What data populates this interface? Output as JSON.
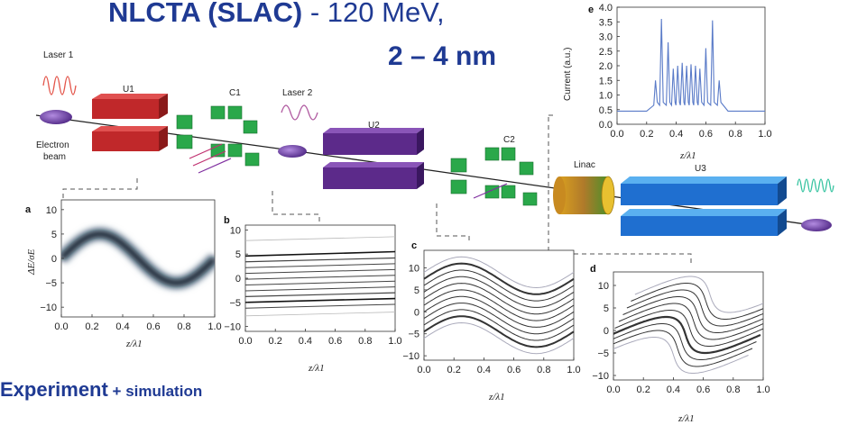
{
  "header": {
    "title_bold": "NLCTA (SLAC)",
    "title_rest": " - 120 MeV,",
    "wavelength": "2 – 4 nm",
    "footer_bold": "Experiment",
    "footer_rest": " + simulation"
  },
  "beamline": {
    "laser1": "Laser 1",
    "laser2": "Laser 2",
    "u1": "U1",
    "c1": "C1",
    "u2": "U2",
    "c2": "C2",
    "linac": "Linac",
    "u3": "U3",
    "electron_beam": "Electron",
    "electron_beam2": "beam"
  },
  "colors": {
    "title": "#1f3a93",
    "undulator_u1": "#c0282a",
    "undulator_u2": "#5c2a8a",
    "undulator_u3": "#1f6fd0",
    "chicane": "#2aa84a",
    "linac_a": "#e6a324",
    "linac_b": "#4d8f2a",
    "bunch": "#5b2d90",
    "laser1_wave": "#e3554a",
    "laser2_wave": "#b05aa0",
    "output_wave": "#35c3a0",
    "current_line": "#5a7bc8"
  },
  "chart_data": [
    {
      "id": "a",
      "type": "heatmap",
      "panel_label": "a",
      "xlabel": "z/λ1",
      "ylabel": "ΔE/σE",
      "xlim": [
        0,
        1.0
      ],
      "ylim": [
        -12,
        12
      ],
      "xticks": [
        "0.0",
        "0.2",
        "0.4",
        "0.6",
        "0.8",
        "1.0"
      ],
      "yticks": [
        "10",
        "5",
        "0",
        "−5",
        "−10"
      ],
      "ytick_values": [
        10,
        5,
        0,
        -5,
        -10
      ],
      "curve": {
        "amplitude": 5,
        "period": 1.0,
        "phase": 0
      }
    },
    {
      "id": "b",
      "type": "line",
      "panel_label": "b",
      "xlabel": "z/λ1",
      "xlim": [
        0,
        1.0
      ],
      "ylim": [
        -11,
        11
      ],
      "xticks": [
        "0.0",
        "0.2",
        "0.4",
        "0.6",
        "0.8",
        "1.0"
      ],
      "yticks": [
        "10",
        "5",
        "0",
        "−5",
        "−10"
      ],
      "ytick_values": [
        10,
        5,
        0,
        -5,
        -10
      ],
      "lines": [
        {
          "y0": 4.6,
          "y1": 5.5,
          "w": 1.6
        },
        {
          "y0": 3.4,
          "y1": 4.2,
          "w": 1.2
        },
        {
          "y0": 2.2,
          "y1": 3.0,
          "w": 1.0
        },
        {
          "y0": 1.0,
          "y1": 1.8,
          "w": 1.0
        },
        {
          "y0": -0.2,
          "y1": 0.6,
          "w": 1.0
        },
        {
          "y0": -1.4,
          "y1": -0.6,
          "w": 1.0
        },
        {
          "y0": -2.6,
          "y1": -1.8,
          "w": 1.0
        },
        {
          "y0": -3.8,
          "y1": -3.0,
          "w": 1.2
        },
        {
          "y0": -5.0,
          "y1": -4.2,
          "w": 1.6
        },
        {
          "y0": -6.2,
          "y1": -5.4,
          "w": 1.0
        }
      ]
    },
    {
      "id": "c",
      "type": "line",
      "panel_label": "c",
      "xlabel": "z/λ1",
      "xlim": [
        0,
        1.0
      ],
      "ylim": [
        -11,
        14
      ],
      "xticks": [
        "0.0",
        "0.2",
        "0.4",
        "0.6",
        "0.8",
        "1.0"
      ],
      "yticks": [
        "10",
        "5",
        "0",
        "−5",
        "−10"
      ],
      "ytick_values": [
        10,
        5,
        0,
        -5,
        -10
      ],
      "amplitude": 3.5,
      "offsets": [
        9,
        7.5,
        6,
        4.5,
        3,
        1.5,
        0,
        -1.5,
        -3,
        -4.5,
        -6
      ]
    },
    {
      "id": "d",
      "type": "line",
      "panel_label": "d",
      "xlabel": "z/λ1",
      "xlim": [
        0,
        1.0
      ],
      "ylim": [
        -11,
        13
      ],
      "xticks": [
        "0.0",
        "0.2",
        "0.4",
        "0.6",
        "0.8",
        "1.0"
      ],
      "yticks": [
        "10",
        "5",
        "0",
        "−5",
        "−10"
      ],
      "ytick_values": [
        10,
        5,
        0,
        -5,
        -10
      ],
      "offsets": [
        8,
        6.5,
        5,
        3.5,
        2,
        0.5,
        -1,
        -2.5,
        -4,
        -5.5
      ]
    },
    {
      "id": "e",
      "type": "line",
      "panel_label": "e",
      "xlabel": "z/λ1",
      "ylabel": "Current (a.u.)",
      "xlim": [
        0,
        1.0
      ],
      "ylim": [
        0,
        4.0
      ],
      "xticks": [
        "0.0",
        "0.2",
        "0.4",
        "0.6",
        "0.8",
        "1.0"
      ],
      "yticks": [
        "4.0",
        "3.5",
        "3.0",
        "2.5",
        "2.0",
        "1.5",
        "1.0",
        "0.5",
        "0.0"
      ],
      "ytick_values": [
        4.0,
        3.5,
        3.0,
        2.5,
        2.0,
        1.5,
        1.0,
        0.5,
        0.0
      ],
      "baseline": 0.45,
      "peaks": [
        {
          "x": 0.26,
          "y": 1.5
        },
        {
          "x": 0.3,
          "y": 3.6
        },
        {
          "x": 0.345,
          "y": 2.8
        },
        {
          "x": 0.38,
          "y": 1.9
        },
        {
          "x": 0.41,
          "y": 2.0
        },
        {
          "x": 0.44,
          "y": 2.1
        },
        {
          "x": 0.47,
          "y": 2.0
        },
        {
          "x": 0.5,
          "y": 2.05
        },
        {
          "x": 0.53,
          "y": 2.0
        },
        {
          "x": 0.56,
          "y": 1.9
        },
        {
          "x": 0.6,
          "y": 2.6
        },
        {
          "x": 0.645,
          "y": 3.55
        },
        {
          "x": 0.69,
          "y": 1.5
        }
      ]
    }
  ]
}
